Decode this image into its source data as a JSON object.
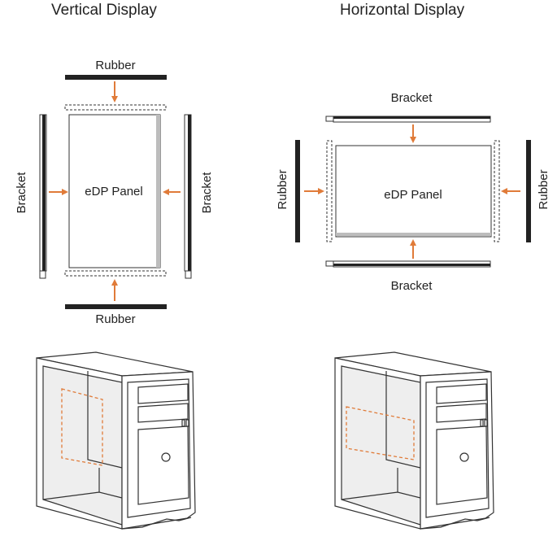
{
  "titles": {
    "vertical": "Vertical Display",
    "horizontal": "Horizontal Display"
  },
  "vertical": {
    "rubber_top": "Rubber",
    "rubber_bottom": "Rubber",
    "bracket_left": "Bracket",
    "bracket_right": "Bracket",
    "panel": "eDP Panel"
  },
  "horizontal": {
    "bracket_top": "Bracket",
    "bracket_bottom": "Bracket",
    "rubber_left": "Rubber",
    "rubber_right": "Rubber",
    "panel": "eDP Panel"
  },
  "colors": {
    "arrow": "#e07b39",
    "mount_outline": "#e07b39",
    "rubber": "#222222",
    "line": "#333333",
    "chassis_inner": "#eeeeee"
  }
}
